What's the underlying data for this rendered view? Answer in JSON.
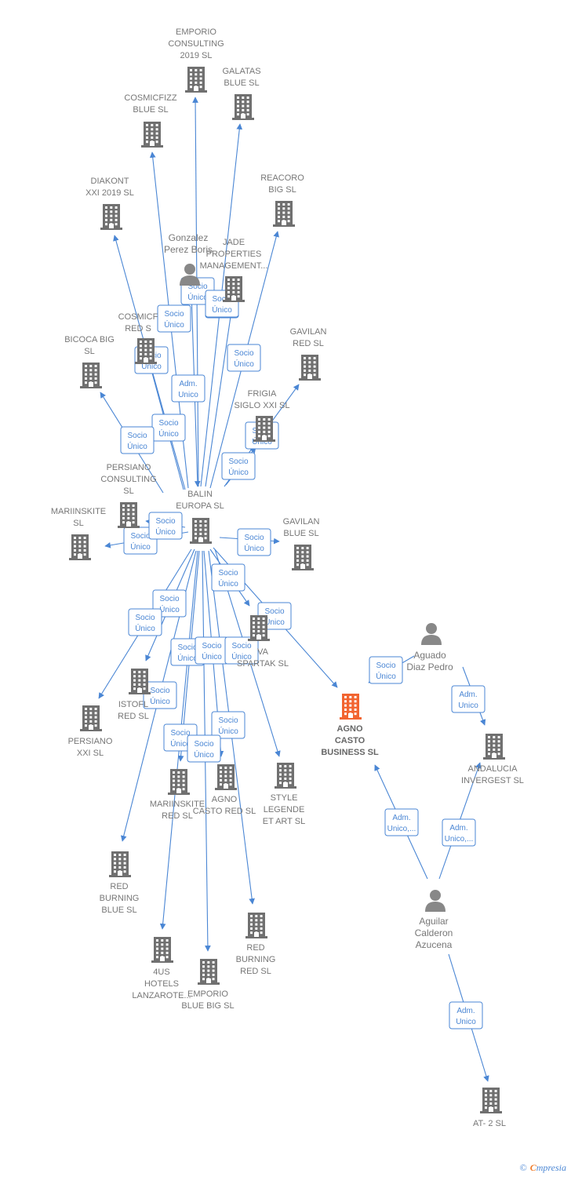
{
  "colors": {
    "edge": "#4a86d4",
    "building": "#707070",
    "building_main": "#f26430",
    "person": "#888888",
    "label": "#777777"
  },
  "nodes": [
    {
      "id": "emporio19",
      "type": "company",
      "lines": [
        "EMPORIO",
        "CONSULTING",
        "2019  SL"
      ]
    },
    {
      "id": "galatas",
      "type": "company",
      "lines": [
        "GALATAS",
        "BLUE  SL"
      ]
    },
    {
      "id": "cosmicfizz",
      "type": "company",
      "lines": [
        "COSMICFIZZ",
        "BLUE  SL"
      ]
    },
    {
      "id": "reacoro",
      "type": "company",
      "lines": [
        "REACORO",
        "BIG  SL"
      ]
    },
    {
      "id": "diakont",
      "type": "company",
      "lines": [
        "DIAKONT",
        "XXI 2019  SL"
      ]
    },
    {
      "id": "gonzalez",
      "type": "person",
      "lines": [
        "Gonzalez",
        "Perez Boris"
      ]
    },
    {
      "id": "jade",
      "type": "company",
      "lines": [
        "JADE",
        "PROPERTIES",
        "MANAGEMENT..."
      ]
    },
    {
      "id": "cosmicred",
      "type": "company",
      "lines": [
        "COSMICF",
        "RED  S"
      ]
    },
    {
      "id": "bicoca",
      "type": "company",
      "lines": [
        "BICOCA BIG",
        "SL"
      ]
    },
    {
      "id": "gavilanred",
      "type": "company",
      "lines": [
        "GAVILAN",
        "RED  SL"
      ]
    },
    {
      "id": "frigia",
      "type": "company",
      "lines": [
        "FRIGIA",
        "SIGLO XXI  SL"
      ]
    },
    {
      "id": "persianoc",
      "type": "company",
      "lines": [
        "PERSIANO",
        "CONSULTING",
        "SL"
      ]
    },
    {
      "id": "balin",
      "type": "company",
      "lines": [
        "BALIN",
        "EUROPA  SL"
      ]
    },
    {
      "id": "mariinskite",
      "type": "company",
      "lines": [
        "MARIINSKITE",
        "SL"
      ]
    },
    {
      "id": "gavilanblue",
      "type": "company",
      "lines": [
        "GAVILAN",
        "BLUE  SL"
      ]
    },
    {
      "id": "va",
      "type": "company",
      "lines": [
        "VA",
        "SPARTAK  SL"
      ]
    },
    {
      "id": "aguado",
      "type": "person",
      "lines": [
        "Aguado",
        "Diaz Pedro"
      ]
    },
    {
      "id": "istofl",
      "type": "company",
      "lines": [
        "ISTOFL",
        "RED  SL"
      ]
    },
    {
      "id": "persianoxxi",
      "type": "company",
      "lines": [
        "PERSIANO",
        "XXI  SL"
      ]
    },
    {
      "id": "agno",
      "type": "main",
      "lines": [
        "AGNO",
        "CASTO",
        "BUSINESS  SL"
      ]
    },
    {
      "id": "andalucia",
      "type": "company",
      "lines": [
        "ANDALUCIA",
        "INVERGEST  SL"
      ]
    },
    {
      "id": "mariinskitered",
      "type": "company",
      "lines": [
        "MARIINSKITE",
        "RED  SL"
      ]
    },
    {
      "id": "agnored",
      "type": "company",
      "lines": [
        "AGNO",
        "CASTO RED  SL"
      ]
    },
    {
      "id": "style",
      "type": "company",
      "lines": [
        "STYLE",
        "LEGENDE",
        "ET ART  SL"
      ]
    },
    {
      "id": "redburningblue",
      "type": "company",
      "lines": [
        "RED",
        "BURNING",
        "BLUE  SL"
      ]
    },
    {
      "id": "aguilar",
      "type": "person",
      "lines": [
        "Aguilar",
        "Calderon",
        "Azucena"
      ]
    },
    {
      "id": "redburningred",
      "type": "company",
      "lines": [
        "RED",
        "BURNING",
        "RED  SL"
      ]
    },
    {
      "id": "hotels",
      "type": "company",
      "lines": [
        "4US",
        "HOTELS",
        "LANZAROTE..."
      ]
    },
    {
      "id": "emporiobig",
      "type": "company",
      "lines": [
        "EMPORIO",
        "BLUE BIG  SL"
      ]
    },
    {
      "id": "at2",
      "type": "company",
      "lines": [
        "AT- 2 SL"
      ]
    }
  ],
  "edges": [
    {
      "from": "balin",
      "to": "emporio19",
      "label": [
        "Socio",
        "Único"
      ]
    },
    {
      "from": "balin",
      "to": "galatas",
      "label": [
        "Socio",
        "Único"
      ]
    },
    {
      "from": "balin",
      "to": "cosmicfizz",
      "label": [
        "Socio",
        "Único"
      ]
    },
    {
      "from": "balin",
      "to": "reacoro",
      "label": [
        "Socio",
        "Único"
      ]
    },
    {
      "from": "balin",
      "to": "diakont",
      "label": [
        "Socio",
        "Único"
      ]
    },
    {
      "from": "balin",
      "to": "jade",
      "label": [
        "Socio",
        "Único"
      ]
    },
    {
      "from": "balin",
      "to": "cosmicred",
      "label": [
        "Socio",
        "Único"
      ]
    },
    {
      "from": "balin",
      "to": "bicoca",
      "label": [
        "Socio",
        "Único"
      ]
    },
    {
      "from": "gonzalez",
      "to": "balin",
      "label": [
        "Adm.",
        "Unico"
      ]
    },
    {
      "from": "balin",
      "to": "gavilanred",
      "label": [
        "Socio",
        "Único"
      ]
    },
    {
      "from": "balin",
      "to": "frigia",
      "label": [
        "Socio",
        "Único"
      ]
    },
    {
      "from": "balin",
      "to": "mariinskite",
      "label": [
        "Socio",
        "Único"
      ]
    },
    {
      "from": "balin",
      "to": "persianoc",
      "label": [
        "Socio",
        "Único"
      ]
    },
    {
      "from": "balin",
      "to": "gavilanblue",
      "label": [
        "Socio",
        "Único"
      ]
    },
    {
      "from": "balin",
      "to": "va",
      "label": [
        "Socio",
        "Único"
      ]
    },
    {
      "from": "balin",
      "to": "agno",
      "label": [
        "Socio",
        "Único"
      ]
    },
    {
      "from": "balin",
      "to": "istofl",
      "label": [
        "Socio",
        "Único"
      ]
    },
    {
      "from": "balin",
      "to": "persianoxxi",
      "label": [
        "Socio",
        "Único"
      ]
    },
    {
      "from": "balin",
      "to": "mariinskitered",
      "label": [
        "Socio",
        "Único"
      ]
    },
    {
      "from": "balin",
      "to": "agnored",
      "label": [
        "Socio",
        "Único"
      ]
    },
    {
      "from": "balin",
      "to": "style",
      "label": [
        "Socio",
        "Único"
      ]
    },
    {
      "from": "balin",
      "to": "redburningblue",
      "label": [
        "Socio",
        "Único"
      ]
    },
    {
      "from": "balin",
      "to": "redburningred",
      "label": [
        "Socio",
        "Único"
      ]
    },
    {
      "from": "balin",
      "to": "hotels",
      "label": [
        "Socio",
        "Único"
      ]
    },
    {
      "from": "balin",
      "to": "emporiobig",
      "label": [
        "Socio",
        "Único"
      ]
    },
    {
      "from": "aguado",
      "to": "agno",
      "label": [
        "Socio",
        "Único"
      ]
    },
    {
      "from": "aguado",
      "to": "andalucia",
      "label": [
        "Adm.",
        "Unico"
      ]
    },
    {
      "from": "aguilar",
      "to": "agno",
      "label": [
        "Adm.",
        "Unico,..."
      ]
    },
    {
      "from": "aguilar",
      "to": "andalucia",
      "label": [
        "Adm.",
        "Unico,..."
      ]
    },
    {
      "from": "aguilar",
      "to": "at2",
      "label": [
        "Adm.",
        "Unico"
      ]
    }
  ],
  "footer": {
    "copyright": "©",
    "brand_first": "C",
    "brand_rest": "mpresia"
  }
}
